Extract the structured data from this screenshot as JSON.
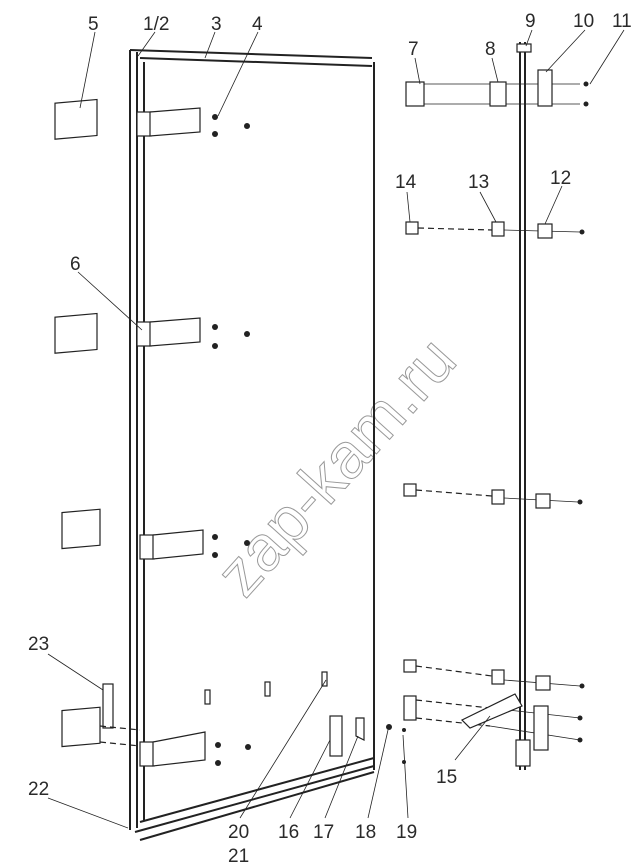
{
  "diagram": {
    "labels": {
      "l5": "5",
      "l12frame": "1/2",
      "l3": "3",
      "l4": "4",
      "l6": "6",
      "l7": "7",
      "l8": "8",
      "l9": "9",
      "l10": "10",
      "l11": "11",
      "l14": "14",
      "l13": "13",
      "l12": "12",
      "l23": "23",
      "l22": "22",
      "l15": "15",
      "l20": "20",
      "l21": "21",
      "l16": "16",
      "l17": "17",
      "l18": "18",
      "l19": "19"
    },
    "watermark": "zap-kam.ru",
    "colors": {
      "line": "#222222",
      "watermark": "#999999"
    }
  }
}
